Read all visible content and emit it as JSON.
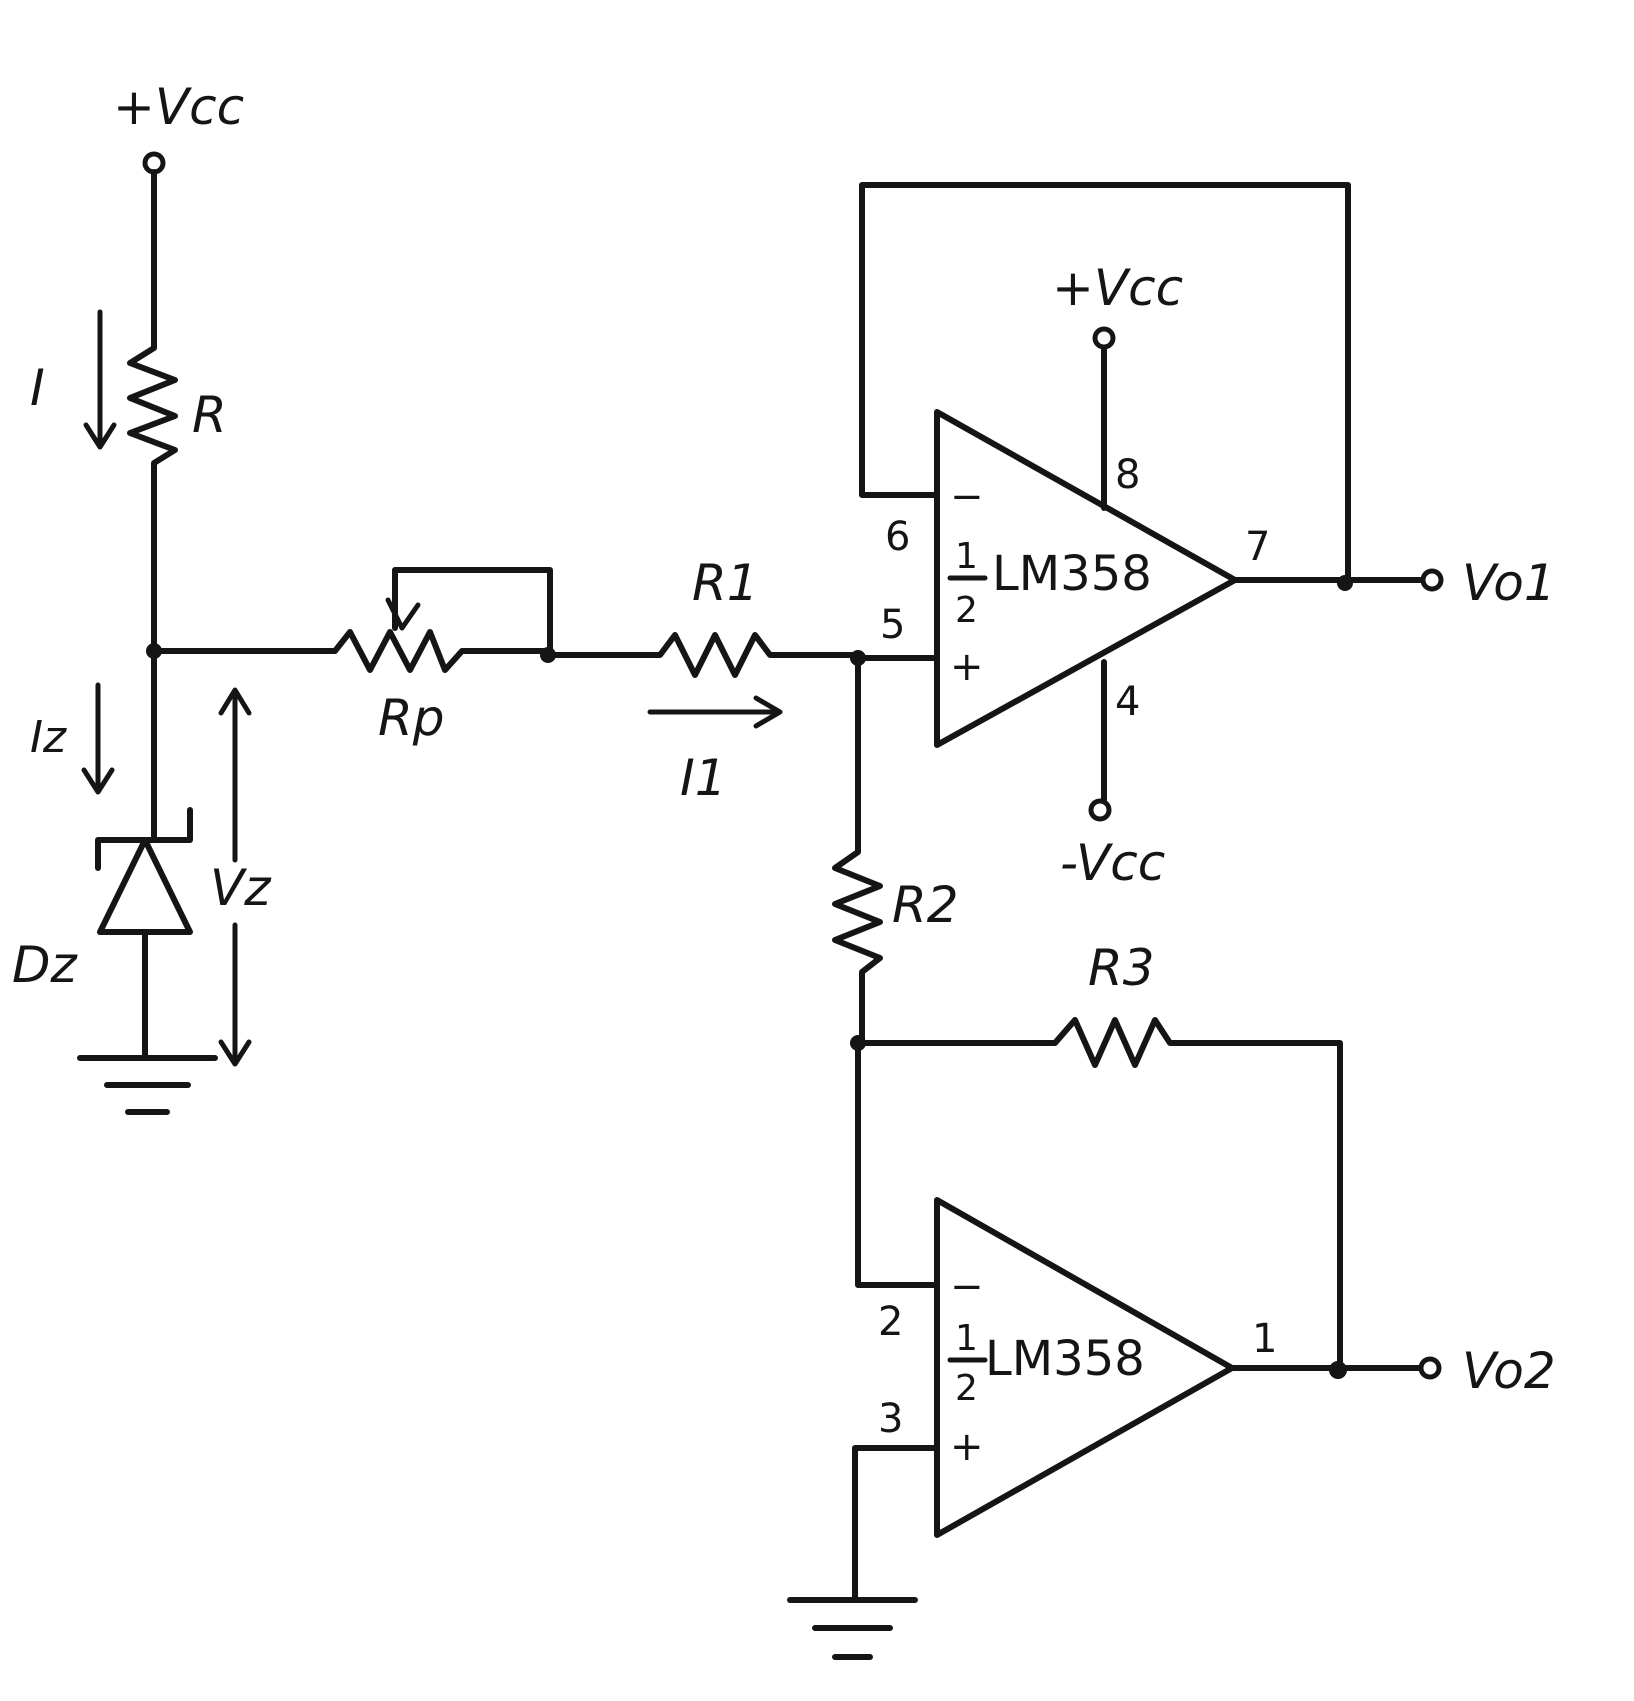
{
  "labels": {
    "vcc_top": "+Vcc",
    "current_i": "I",
    "resistor_r": "R",
    "current_iz": "Iz",
    "zener": "Dz",
    "voltage_vz": "Vz",
    "pot_rp": "Rp",
    "resistor_r1": "R1",
    "current_i1": "I1",
    "resistor_r2": "R2",
    "resistor_r3": "R3",
    "opamp1_vcc_pos": "+Vcc",
    "opamp1_vcc_neg": "-Vcc",
    "output_vo1": "Vo1",
    "output_vo2": "Vo2"
  },
  "opamp1": {
    "fraction_num": "1",
    "fraction_den": "2",
    "part": "LM358",
    "minus_sign": "−",
    "plus_sign": "+",
    "pins": {
      "inverting": "6",
      "non_inverting": "5",
      "output": "7",
      "vcc_pos": "8",
      "vcc_neg": "4"
    }
  },
  "opamp2": {
    "fraction_num": "1",
    "fraction_den": "2",
    "part": "LM358",
    "minus_sign": "−",
    "plus_sign": "+",
    "pins": {
      "inverting": "2",
      "non_inverting": "3",
      "output": "1"
    }
  }
}
